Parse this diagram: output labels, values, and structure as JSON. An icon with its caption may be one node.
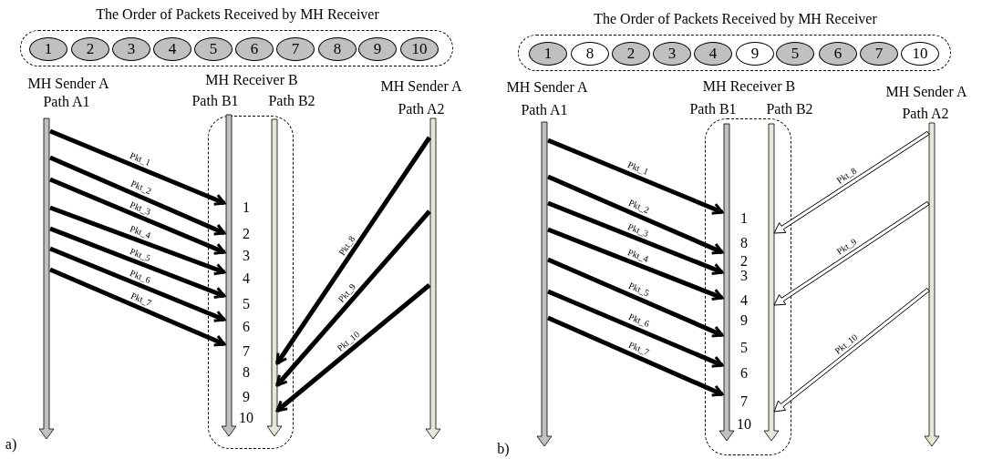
{
  "diagram": {
    "nodes": [
      {
        "text": [
          "The Order of Packets Received by MH Receiver"
        ]
      },
      {
        "text": [
          "1"
        ],
        "in": 0
      },
      {
        "text": [
          "2"
        ],
        "in": 0
      },
      {
        "text": [
          "3"
        ],
        "in": 0
      },
      {
        "text": [
          "4"
        ],
        "in": 0
      },
      {
        "text": [
          "5"
        ],
        "in": 0
      },
      {
        "text": [
          "6"
        ],
        "in": 0
      },
      {
        "text": [
          "7"
        ],
        "in": 0
      },
      {
        "text": [
          "8"
        ],
        "in": 0
      },
      {
        "text": [
          "9"
        ],
        "in": 0
      },
      {
        "text": [
          "10"
        ],
        "in": 0
      },
      {
        "text": [],
        "shape": "bar"
      },
      {
        "text": [
          "MH Receiver B"
        ]
      },
      {
        "text": [],
        "shape": "bar",
        "in": 12
      },
      {
        "text": [],
        "shape": "bar",
        "in": 12
      },
      {
        "text": [],
        "shape": "bar"
      },
      {
        "text": [
          "The Order of Packets Received by MH Receiver"
        ]
      },
      {
        "text": [
          "1"
        ],
        "in": 16
      },
      {
        "text": [
          "8"
        ],
        "in": 16
      },
      {
        "text": [
          "2"
        ],
        "in": 16
      },
      {
        "text": [
          "3"
        ],
        "in": 16
      },
      {
        "text": [
          "4"
        ],
        "in": 16
      },
      {
        "text": [
          "9"
        ],
        "in": 16
      },
      {
        "text": [
          "5"
        ],
        "in": 16
      },
      {
        "text": [
          "6"
        ],
        "in": 16
      },
      {
        "text": [
          "7"
        ],
        "in": 16
      },
      {
        "text": [
          "10"
        ],
        "in": 16
      },
      {
        "text": [],
        "shape": "bar"
      },
      {
        "text": [
          "MH Receiver B"
        ]
      },
      {
        "text": [],
        "shape": "bar",
        "in": 28
      },
      {
        "text": [],
        "shape": "bar",
        "in": 28
      },
      {
        "text": [],
        "shape": "bar"
      }
    ],
    "edges": [
      {
        "from": 11,
        "to": 13,
        "arrow": "to",
        "label": "Pkt_1"
      },
      {
        "from": 11,
        "to": 13,
        "arrow": "to",
        "label": "Pkt_2"
      },
      {
        "from": 11,
        "to": 13,
        "arrow": "to",
        "label": "Pkt_3"
      },
      {
        "from": 11,
        "to": 13,
        "arrow": "to",
        "label": "Pkt_4"
      },
      {
        "from": 11,
        "to": 13,
        "arrow": "to",
        "label": "Pkt_5"
      },
      {
        "from": 11,
        "to": 13,
        "arrow": "to",
        "label": "Pkt_6"
      },
      {
        "from": 11,
        "to": 13,
        "arrow": "to",
        "label": "Pkt_7"
      },
      {
        "from": 15,
        "to": 14,
        "arrow": "to",
        "label": "Pkt_8"
      },
      {
        "from": 15,
        "to": 14,
        "arrow": "to",
        "label": "Pkt_9"
      },
      {
        "from": 15,
        "to": 14,
        "arrow": "to",
        "label": "Pkt_10"
      },
      {
        "from": 27,
        "to": 29,
        "arrow": "to",
        "label": "Pkt_1"
      },
      {
        "from": 27,
        "to": 29,
        "arrow": "to",
        "label": "Pkt_2"
      },
      {
        "from": 27,
        "to": 29,
        "arrow": "to",
        "label": "Pkt_3"
      },
      {
        "from": 27,
        "to": 29,
        "arrow": "to",
        "label": "Pkt_4"
      },
      {
        "from": 27,
        "to": 29,
        "arrow": "to",
        "label": "Pkt_5"
      },
      {
        "from": 27,
        "to": 29,
        "arrow": "to",
        "label": "Pkt_6"
      },
      {
        "from": 27,
        "to": 29,
        "arrow": "to",
        "label": "Pkt_7"
      },
      {
        "from": 31,
        "to": 30,
        "arrow": "to",
        "label": "Pkt_8",
        "color": "#ffffff"
      },
      {
        "from": 31,
        "to": 30,
        "arrow": "to",
        "label": "Pkt_9",
        "color": "#ffffff"
      },
      {
        "from": 31,
        "to": 30,
        "arrow": "to",
        "label": "Pkt_10",
        "color": "#ffffff"
      }
    ],
    "labels": [
      "MH Sender A",
      "Path A1",
      "Path B1",
      "Path B2",
      "MH Sender A",
      "Path A2",
      "1",
      "2",
      "3",
      "4",
      "5",
      "6",
      "7",
      "8",
      "9",
      "10",
      "a)",
      "MH Sender A",
      "Path A1",
      "Path B1",
      "Path B2",
      "MH Sender A",
      "Path A2",
      "1",
      "8",
      "2",
      "3",
      "4",
      "9",
      "5",
      "6",
      "7",
      "10",
      "b)"
    ]
  }
}
